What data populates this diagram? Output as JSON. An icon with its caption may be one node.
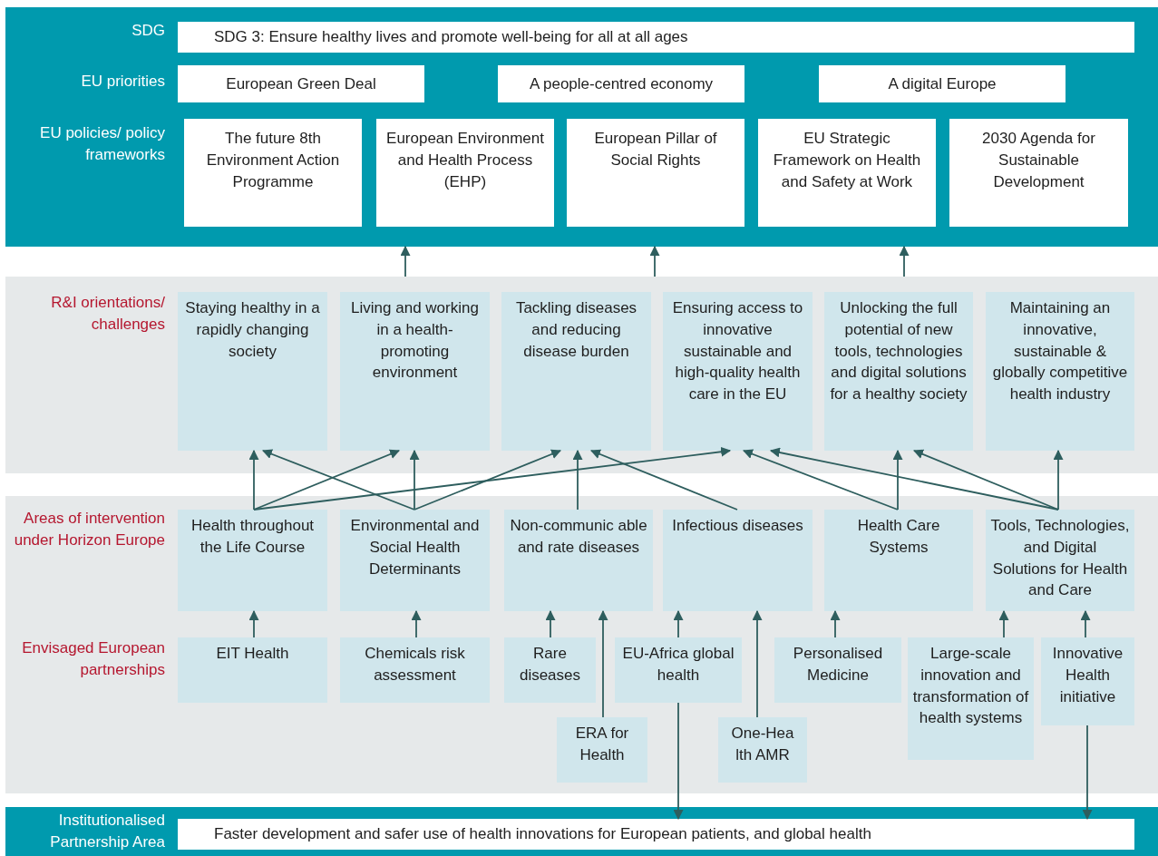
{
  "diagram": {
    "nodes": [
      {
        "text": [],
        "shape": "box"
      },
      {
        "text": [
          "SDG 3: Ensure healthy lives and promote well-being for all at all ages"
        ],
        "in": 0
      },
      {
        "text": [
          "European Green Deal"
        ],
        "in": 0
      },
      {
        "text": [
          "A people-centred economy"
        ],
        "in": 0
      },
      {
        "text": [
          "A digital Europe"
        ],
        "in": 0
      },
      {
        "text": [
          "The future 8th Environment Action Programme"
        ],
        "in": 0
      },
      {
        "text": [
          "European Environment and Health Process (EHP)"
        ],
        "in": 0
      },
      {
        "text": [
          "European Pillar of Social Rights"
        ],
        "in": 0
      },
      {
        "text": [
          "EU Strategic Framework on Health and Safety at Work"
        ],
        "in": 0
      },
      {
        "text": [
          "2030 Agenda for Sustainable Development"
        ],
        "in": 0
      },
      {
        "text": [],
        "shape": "box"
      },
      {
        "text": [
          "Staying healthy in a rapidly changing society"
        ],
        "in": 10
      },
      {
        "text": [
          "Living and working in a health-promoting environment"
        ],
        "in": 10
      },
      {
        "text": [
          "Tackling diseases and reducing disease burden"
        ],
        "in": 10
      },
      {
        "text": [
          "Ensuring access to innovative sustainable and high-quality health care in the EU"
        ],
        "in": 10
      },
      {
        "text": [
          "Unlocking the full potential of new tools, technologies and digital solutions for a healthy society"
        ],
        "in": 10
      },
      {
        "text": [
          "Maintaining an innovative, sustainable & globally competitive health industry"
        ],
        "in": 10
      },
      {
        "text": [],
        "shape": "box"
      },
      {
        "text": [
          "Health throughout the Life Course"
        ],
        "in": 17
      },
      {
        "text": [
          "Environmental and Social Health Determinants"
        ],
        "in": 17
      },
      {
        "text": [
          "Non-communic able and rate diseases"
        ],
        "in": 17
      },
      {
        "text": [
          "Infectious diseases"
        ],
        "in": 17
      },
      {
        "text": [
          "Health Care Systems"
        ],
        "in": 17
      },
      {
        "text": [
          "Tools, Technologies, and Digital Solutions for Health and Care"
        ],
        "in": 17
      },
      {
        "text": [
          "EIT Health"
        ],
        "in": 17
      },
      {
        "text": [
          "Chemicals risk assessment"
        ],
        "in": 17
      },
      {
        "text": [
          "Rare diseases"
        ],
        "in": 17
      },
      {
        "text": [
          "EU-Africa global health"
        ],
        "in": 17
      },
      {
        "text": [
          "Personalised Medicine"
        ],
        "in": 17
      },
      {
        "text": [
          "Large-scale innovation and transformation of health systems"
        ],
        "in": 17
      },
      {
        "text": [
          "Innovative Health initiative"
        ],
        "in": 17
      },
      {
        "text": [
          "ERA for Health"
        ],
        "in": 17
      },
      {
        "text": [
          "One-Hea lth AMR"
        ],
        "in": 17
      },
      {
        "text": [],
        "shape": "box"
      },
      {
        "text": [
          "Faster development and safer use of health innovations for European patients, and global health"
        ],
        "in": 33
      }
    ],
    "edges": [
      {
        "from": 10,
        "to": 0,
        "arrow": "to"
      },
      {
        "from": 10,
        "to": 0,
        "arrow": "to"
      },
      {
        "from": 10,
        "to": 0,
        "arrow": "to"
      },
      {
        "from": 18,
        "to": 11,
        "arrow": "to"
      },
      {
        "from": 18,
        "to": 12,
        "arrow": "to"
      },
      {
        "from": 18,
        "to": 14,
        "arrow": "to"
      },
      {
        "from": 19,
        "to": 11,
        "arrow": "to"
      },
      {
        "from": 19,
        "to": 12,
        "arrow": "to"
      },
      {
        "from": 19,
        "to": 13,
        "arrow": "to"
      },
      {
        "from": 20,
        "to": 13,
        "arrow": "to"
      },
      {
        "from": 21,
        "to": 13,
        "arrow": "to"
      },
      {
        "from": 22,
        "to": 14,
        "arrow": "to"
      },
      {
        "from": 22,
        "to": 15,
        "arrow": "to"
      },
      {
        "from": 23,
        "to": 14,
        "arrow": "to"
      },
      {
        "from": 23,
        "to": 15,
        "arrow": "to"
      },
      {
        "from": 23,
        "to": 16,
        "arrow": "to"
      },
      {
        "from": 24,
        "to": 18,
        "arrow": "to"
      },
      {
        "from": 25,
        "to": 19,
        "arrow": "to"
      },
      {
        "from": 26,
        "to": 20,
        "arrow": "to"
      },
      {
        "from": 31,
        "to": 20,
        "arrow": "to"
      },
      {
        "from": 27,
        "to": 21,
        "arrow": "to"
      },
      {
        "from": 32,
        "to": 21,
        "arrow": "to"
      },
      {
        "from": 28,
        "to": 22,
        "arrow": "to"
      },
      {
        "from": 29,
        "to": 23,
        "arrow": "to"
      },
      {
        "from": 30,
        "to": 23,
        "arrow": "to"
      },
      {
        "from": 27,
        "to": 34,
        "arrow": "to"
      },
      {
        "from": 30,
        "to": 34,
        "arrow": "to"
      }
    ],
    "labels": [
      "SDG",
      "EU priorities",
      "EU policies/ policy frameworks",
      "R&I orientations/ challenges",
      "Areas of intervention under Horizon Europe",
      "Envisaged European partnerships",
      "Institutionalised Partnership Area"
    ]
  }
}
